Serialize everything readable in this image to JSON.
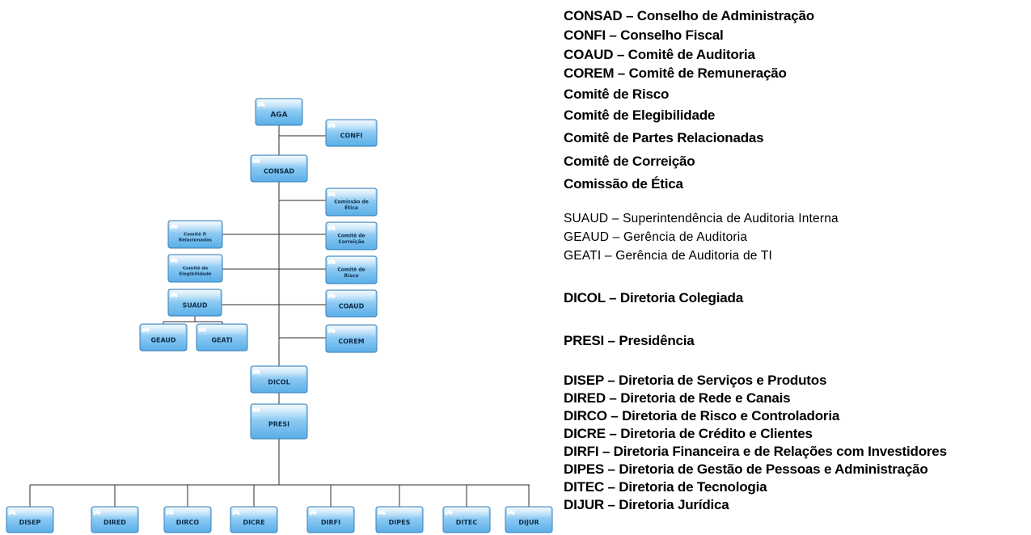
{
  "org_chart": {
    "nodes": {
      "aga": {
        "lines": [
          "AGA"
        ]
      },
      "confi": {
        "lines": [
          "CONFI"
        ]
      },
      "consad": {
        "lines": [
          "CONSAD"
        ]
      },
      "etica": {
        "lines": [
          "Comissão de",
          "Ética"
        ]
      },
      "correicao": {
        "lines": [
          "Comitê de",
          "Correição"
        ]
      },
      "risco": {
        "lines": [
          "Comitê de",
          "Risco"
        ]
      },
      "coaud": {
        "lines": [
          "COAUD"
        ]
      },
      "corem": {
        "lines": [
          "COREM"
        ]
      },
      "partes": {
        "lines": [
          "Comitê P.",
          "Relacionadas"
        ]
      },
      "elegibilidade": {
        "lines": [
          "Comitê de",
          "Elegibilidade"
        ]
      },
      "suaud": {
        "lines": [
          "SUAUD"
        ]
      },
      "geaud": {
        "lines": [
          "GEAUD"
        ]
      },
      "geati": {
        "lines": [
          "GEATI"
        ]
      },
      "dicol": {
        "lines": [
          "DICOL"
        ]
      },
      "presi": {
        "lines": [
          "PRESI"
        ]
      },
      "disep": {
        "lines": [
          "DISEP"
        ]
      },
      "dired": {
        "lines": [
          "DIRED"
        ]
      },
      "dirco": {
        "lines": [
          "DIRCO"
        ]
      },
      "dicre": {
        "lines": [
          "DICRE"
        ]
      },
      "dirfi": {
        "lines": [
          "DIRFI"
        ]
      },
      "dipes": {
        "lines": [
          "DIPES"
        ]
      },
      "ditec": {
        "lines": [
          "DITEC"
        ]
      },
      "dijur": {
        "lines": [
          "DIJUR"
        ]
      }
    }
  },
  "legend": {
    "governance": [
      "CONSAD – Conselho de Administração",
      "CONFI – Conselho Fiscal",
      "COAUD – Comitê de Auditoria",
      "COREM – Comitê de Remuneração",
      "Comitê de Risco",
      "Comitê de Elegibilidade",
      "Comitê de Partes Relacionadas",
      "Comitê de Correição",
      "Comissão de Ética"
    ],
    "audit": [
      "SUAUD – Superintendência de Auditoria Interna",
      "GEAUD – Gerência de Auditoria",
      "GEATI – Gerência de Auditoria de TI"
    ],
    "dicol": "DICOL – Diretoria Colegiada",
    "presi": "PRESI – Presidência",
    "directorates": [
      "DISEP – Diretoria de Serviços e Produtos",
      "DIRED – Diretoria de Rede e Canais",
      "DIRCO – Diretoria de Risco e Controladoria",
      "DICRE – Diretoria de Crédito e Clientes",
      "DIRFI – Diretoria Financeira e de Relações com Investidores",
      "DIPES – Diretoria de Gestão de Pessoas e Administração",
      "DITEC – Diretoria de Tecnologia",
      "DIJUR – Diretoria Jurídica"
    ]
  },
  "colors": {
    "box_top": "#c7e6fb",
    "box_bottom": "#58aee8",
    "box_border": "#3c7fb5",
    "connector": "#2b2b2b"
  }
}
